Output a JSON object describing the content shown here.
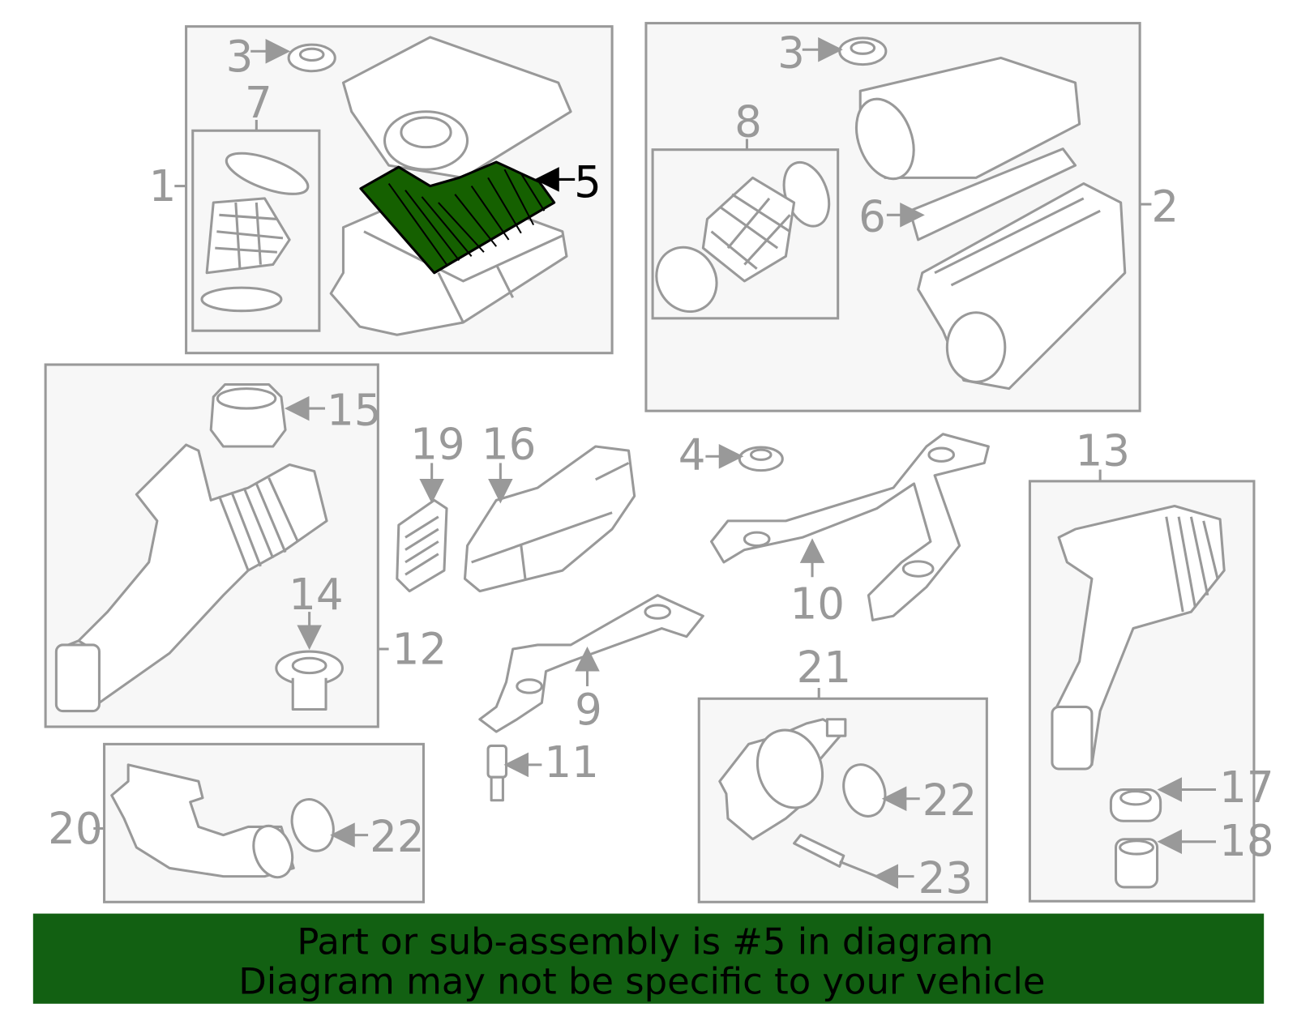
{
  "diagram": {
    "highlighted_part": "5",
    "highlight_color": "#156000",
    "labels": {
      "p1": "1",
      "p2": "2",
      "p3a": "3",
      "p3b": "3",
      "p4": "4",
      "p5": "5",
      "p6": "6",
      "p7": "7",
      "p8": "8",
      "p9": "9",
      "p10": "10",
      "p11": "11",
      "p12": "12",
      "p13": "13",
      "p14": "14",
      "p15": "15",
      "p16": "16",
      "p17": "17",
      "p18": "18",
      "p19": "19",
      "p20": "20",
      "p21": "21",
      "p22a": "22",
      "p22b": "22",
      "p23": "23"
    }
  },
  "banner": {
    "line1": "Part or sub-assembly is #5 in diagram",
    "line2": "Diagram may not be specific to your vehicle",
    "color": "#126012"
  }
}
